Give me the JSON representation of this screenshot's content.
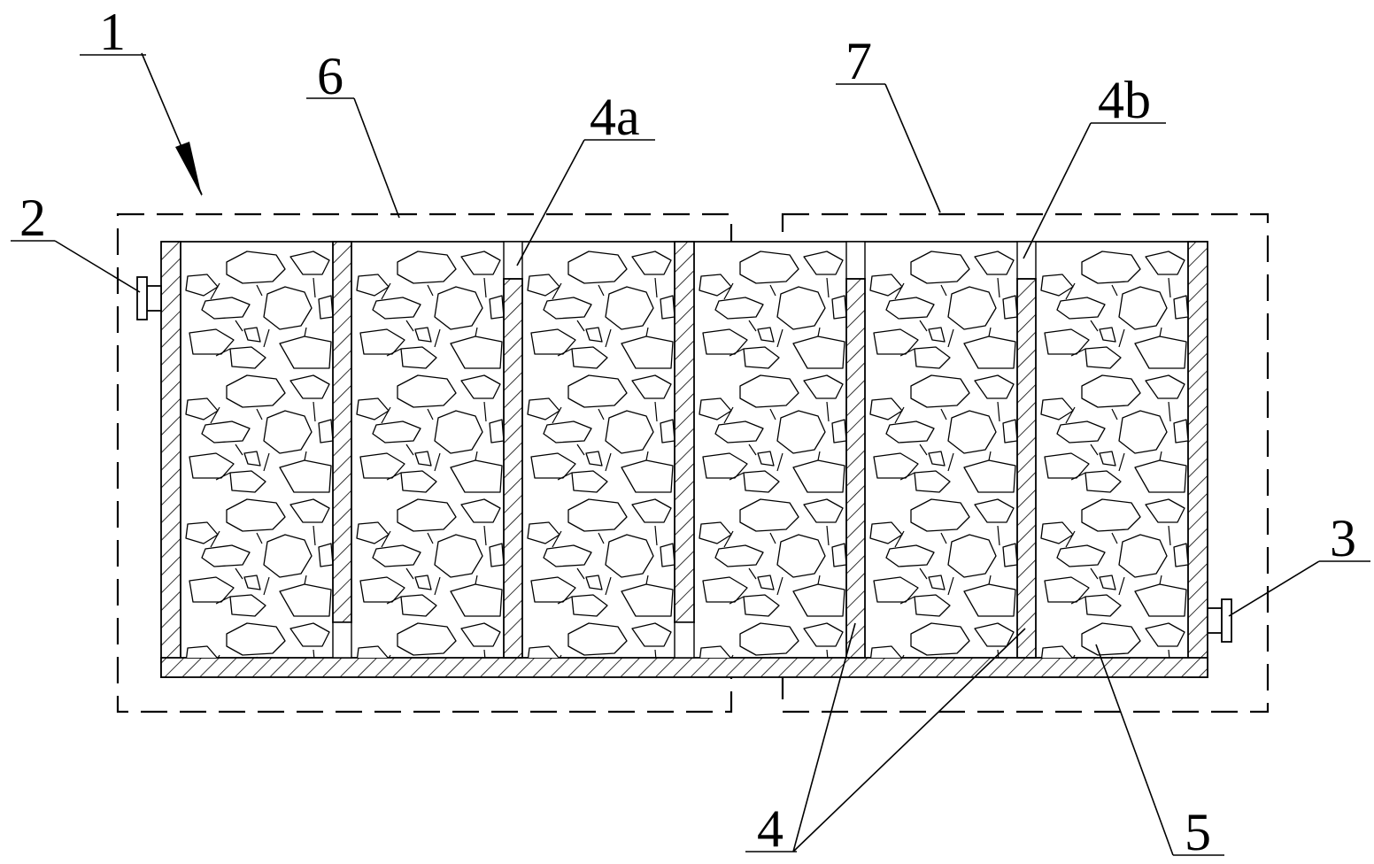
{
  "diagram": {
    "labels": {
      "assembly": "1",
      "inlet": "2",
      "outlet": "3",
      "partitions": "4",
      "partition_a": "4a",
      "partition_b": "4b",
      "filler": "5",
      "zone_left": "6",
      "zone_right": "7"
    },
    "colors": {
      "line": "#000000",
      "background": "#ffffff"
    },
    "chamber_count": 6,
    "partition_count": 5
  }
}
